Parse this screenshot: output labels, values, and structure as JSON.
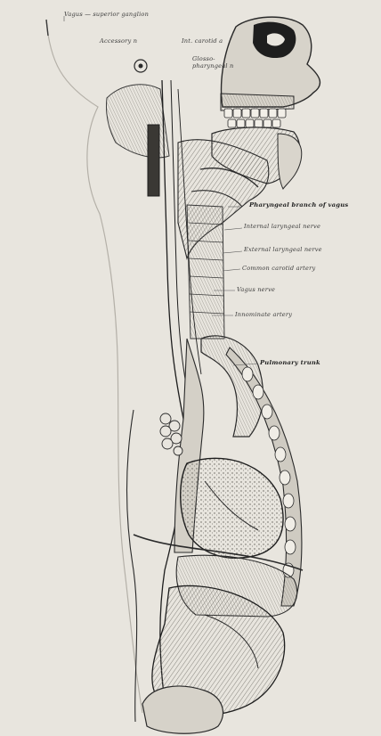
{
  "figure": {
    "labels": {
      "vagus_superior_ganglion": "Vagus — superior ganglion",
      "accessory_n": "Accessory n",
      "int_carotid_a": "Int. carotid a",
      "glossopharyngeal_n": "Glosso-pharyngeal n",
      "pharyngeal_branch_of_vagus": "Pharyngeal branch of vagus",
      "internal_laryngeal_nerve": "Internal laryngeal nerve",
      "external_laryngeal_nerve": "External laryngeal nerve",
      "common_carotid_artery": "Common carotid artery",
      "vagus_nerve": "Vagus nerve",
      "innominate_artery": "Innominate artery",
      "pulmonary_trunk": "Pulmonary trunk"
    },
    "colors": {
      "paper": "#e8e5de",
      "ink": "#2a2a2a",
      "shade": "#8a8780",
      "leader": "#555555"
    }
  }
}
